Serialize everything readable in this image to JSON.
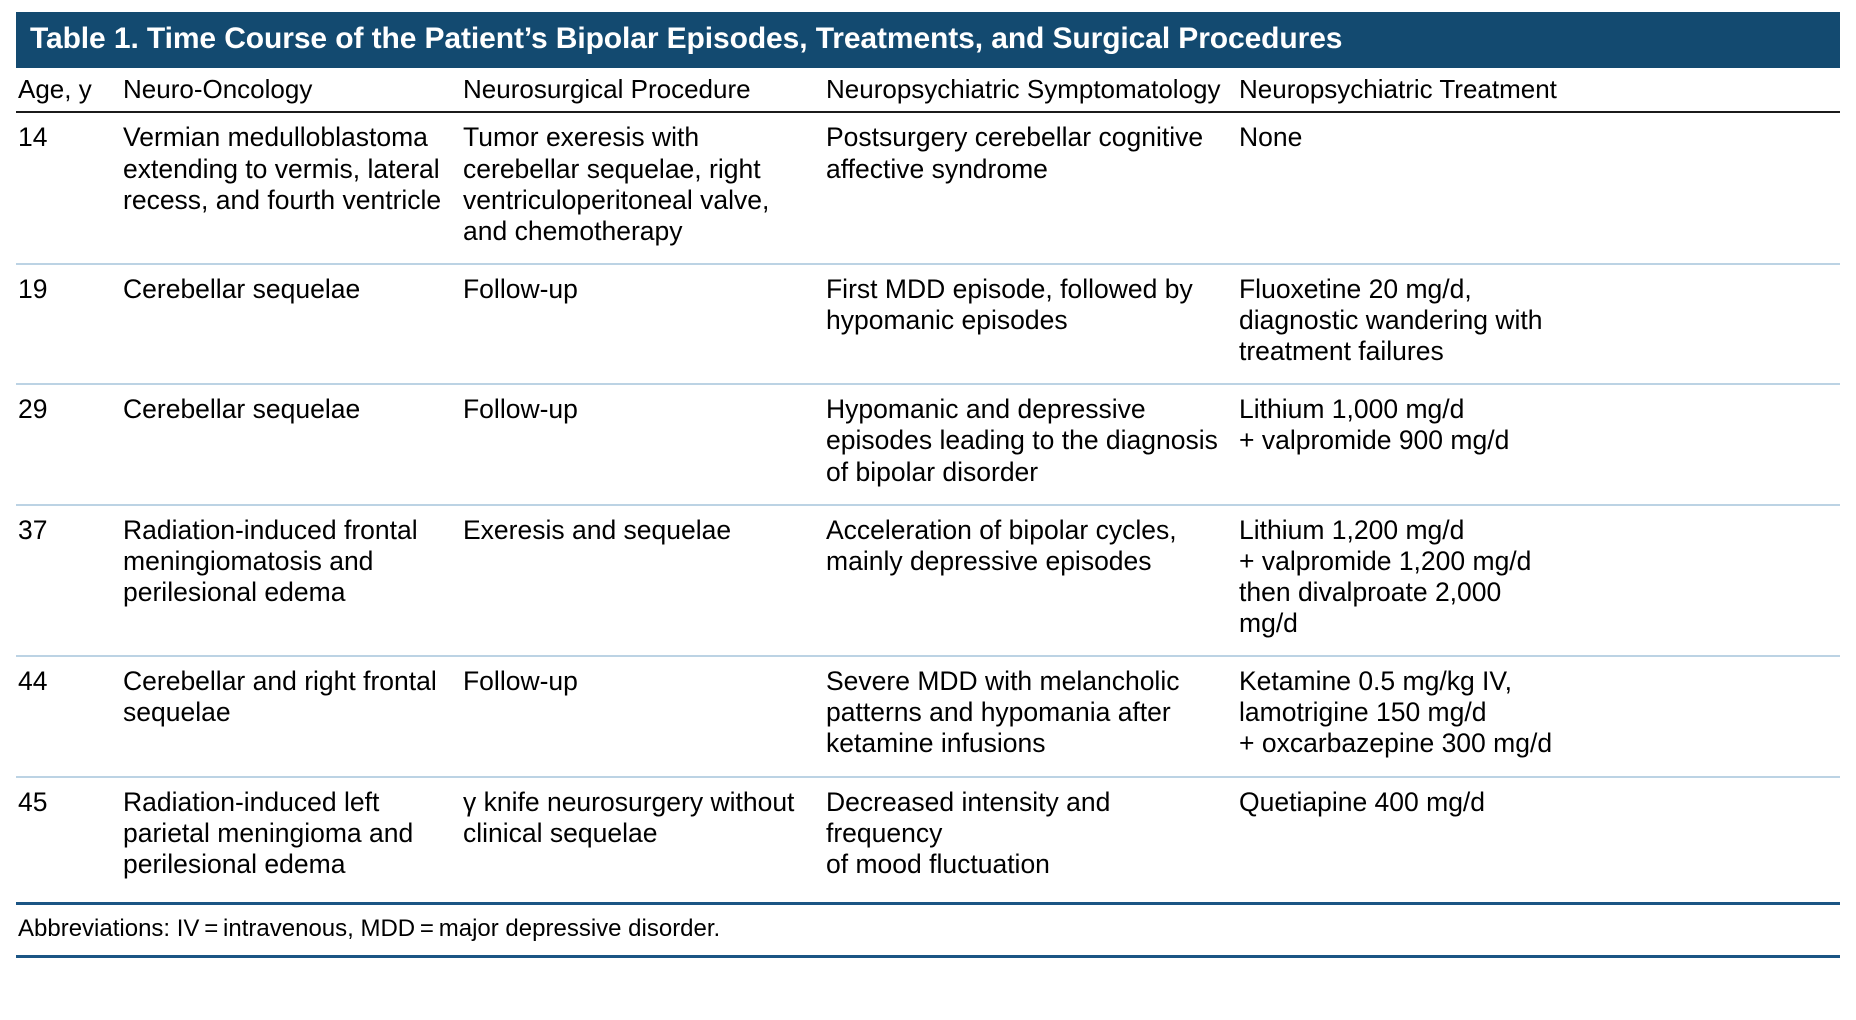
{
  "table": {
    "title": "Table 1. Time Course of the Patient’s Bipolar Episodes, Treatments, and Surgical Procedures",
    "title_bar_color": "#134A70",
    "rule_color": "#bcd3e4",
    "footnote_rule_color": "#1b5584",
    "columns": [
      {
        "key": "age",
        "label": "Age, y"
      },
      {
        "key": "oncology",
        "label": "Neuro-Oncology"
      },
      {
        "key": "procedure",
        "label": "Neurosurgical Procedure"
      },
      {
        "key": "symptoms",
        "label": "Neuropsychiatric Symptomatology"
      },
      {
        "key": "treatment",
        "label": "Neuropsychiatric Treatment"
      }
    ],
    "rows": [
      {
        "age": "14",
        "oncology": "Vermian medulloblastoma\nextending to vermis, lateral\nrecess, and fourth ventricle",
        "procedure": "Tumor exeresis with\ncerebellar sequelae, right\nventriculoperitoneal valve,\nand chemotherapy",
        "symptoms": "Postsurgery cerebellar cognitive\naffective syndrome",
        "treatment": "None"
      },
      {
        "age": "19",
        "oncology": "Cerebellar sequelae",
        "procedure": "Follow-up",
        "symptoms": "First MDD episode, followed by\nhypomanic episodes",
        "treatment": "Fluoxetine 20 mg/d,\ndiagnostic wandering with\ntreatment failures"
      },
      {
        "age": "29",
        "oncology": "Cerebellar sequelae",
        "procedure": "Follow-up",
        "symptoms": "Hypomanic and depressive\nepisodes leading to the diagnosis\nof bipolar disorder",
        "treatment": "Lithium 1,000 mg/d\n+ valpromide 900 mg/d"
      },
      {
        "age": "37",
        "oncology": "Radiation-induced frontal\nmeningiomatosis and\nperilesional edema",
        "procedure": "Exeresis and sequelae",
        "symptoms": "Acceleration of bipolar cycles,\nmainly depressive episodes",
        "treatment": "Lithium 1,200 mg/d\n+ valpromide 1,200 mg/d\nthen divalproate 2,000\nmg/d"
      },
      {
        "age": "44",
        "oncology": "Cerebellar and right frontal\nsequelae",
        "procedure": "Follow-up",
        "symptoms": "Severe MDD with melancholic\npatterns and hypomania after\nketamine infusions",
        "treatment": "Ketamine 0.5 mg/kg IV,\nlamotrigine 150 mg/d\n+ oxcarbazepine 300 mg/d"
      },
      {
        "age": "45",
        "oncology": "Radiation-induced left\nparietal meningioma and\nperilesional edema",
        "procedure": "γ knife neurosurgery without\nclinical sequelae",
        "symptoms": "Decreased intensity and frequency\nof mood fluctuation",
        "treatment": "Quetiapine 400 mg/d"
      }
    ],
    "footnote": "Abbreviations: IV = intravenous, MDD = major depressive disorder."
  }
}
